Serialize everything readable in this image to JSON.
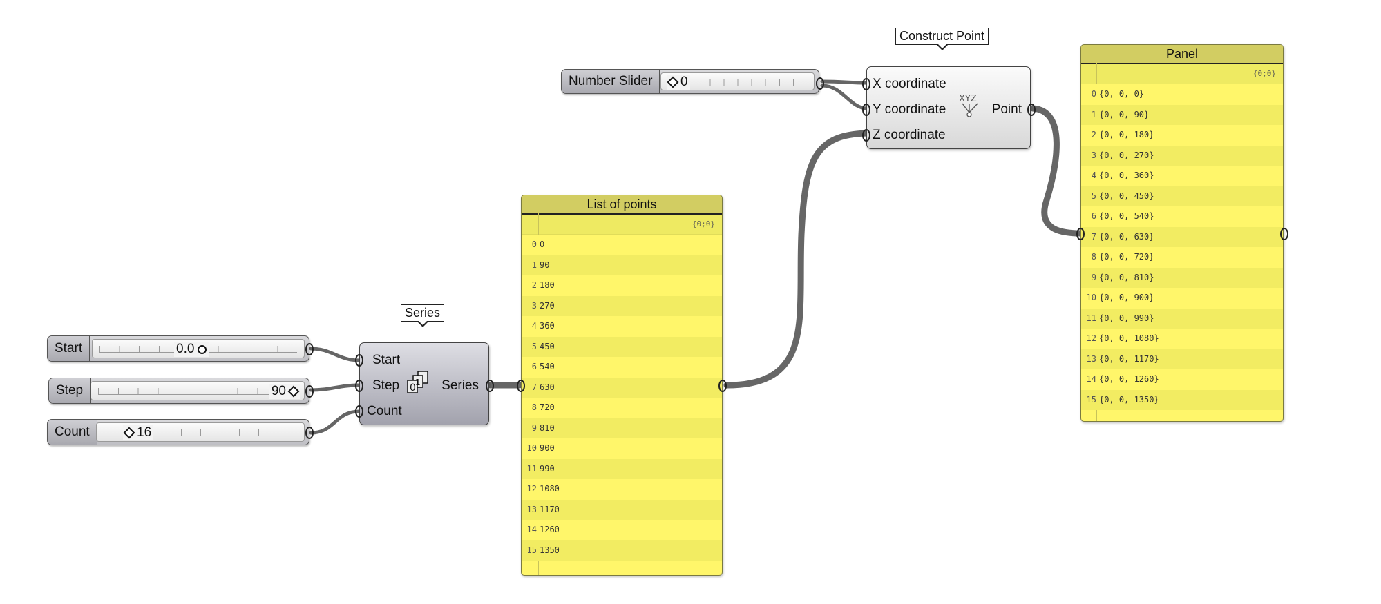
{
  "sliders": {
    "start": {
      "label": "Start",
      "value": "0.0"
    },
    "step": {
      "label": "Step",
      "value": "90"
    },
    "count": {
      "label": "Count",
      "value": "16"
    },
    "number": {
      "label": "Number Slider",
      "value": "0"
    }
  },
  "series": {
    "tag": "Series",
    "inputs": [
      "Start",
      "Step",
      "Count"
    ],
    "output": "Series",
    "icon": "series-icon"
  },
  "construct_point": {
    "tag": "Construct Point",
    "inputs": [
      "X coordinate",
      "Y coordinate",
      "Z coordinate"
    ],
    "output": "Point",
    "icon_text": "XYZ"
  },
  "list_panel": {
    "title": "List of points",
    "path": "{0;0}",
    "rows": [
      "0",
      "90",
      "180",
      "270",
      "360",
      "450",
      "540",
      "630",
      "720",
      "810",
      "900",
      "990",
      "1080",
      "1170",
      "1260",
      "1350"
    ]
  },
  "point_panel": {
    "title": "Panel",
    "path": "{0;0}",
    "rows": [
      "{0, 0, 0}",
      "{0, 0, 90}",
      "{0, 0, 180}",
      "{0, 0, 270}",
      "{0, 0, 360}",
      "{0, 0, 450}",
      "{0, 0, 540}",
      "{0, 0, 630}",
      "{0, 0, 720}",
      "{0, 0, 810}",
      "{0, 0, 900}",
      "{0, 0, 990}",
      "{0, 0, 1080}",
      "{0, 0, 1170}",
      "{0, 0, 1260}",
      "{0, 0, 1350}"
    ]
  },
  "colors": {
    "panel_fill": "#fff66a",
    "panel_title": "#d2cd62",
    "wire": "#666666"
  }
}
